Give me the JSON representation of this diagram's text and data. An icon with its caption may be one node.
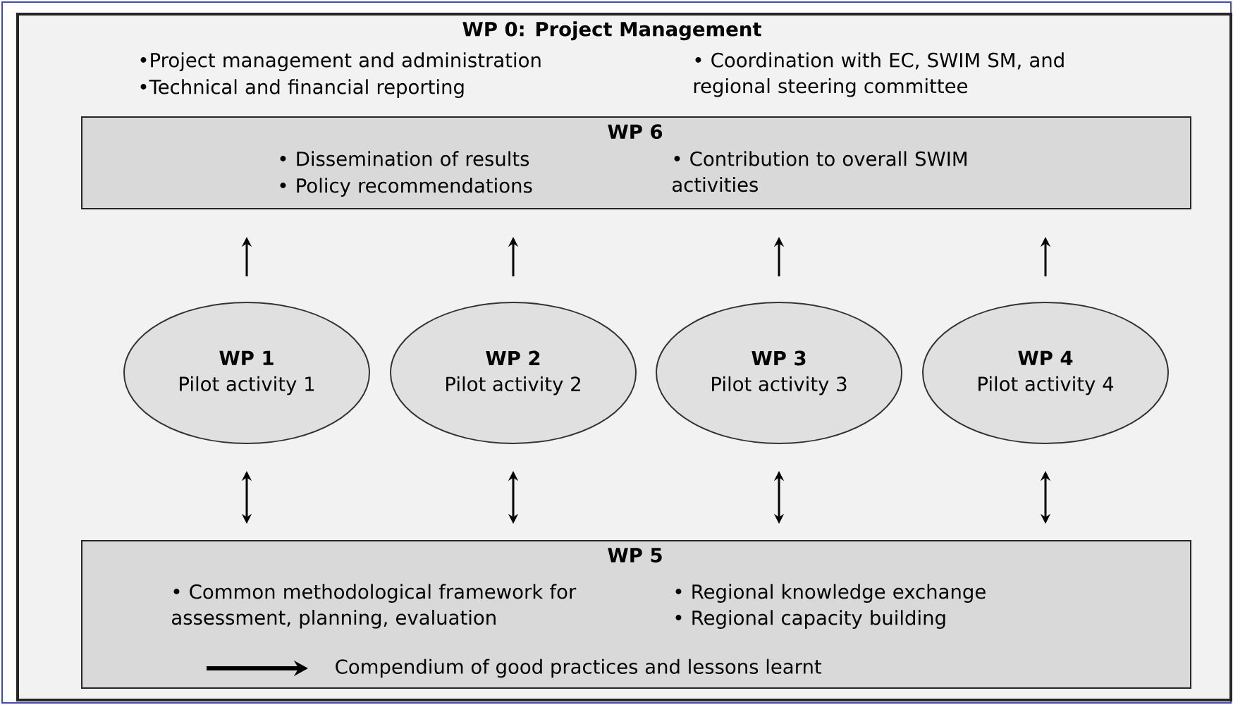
{
  "diagram": {
    "nodes": [
      {
        "text": [
          "WP 0: Project Management",
          "•Project management and administration",
          "•Technical and financial reporting",
          "• Coordination with EC, SWIM SM, and regional steering committee"
        ]
      },
      {
        "text": [
          "WP 6",
          "• Dissemination of results",
          "• Policy recommendations",
          "• Contribution to overall SWIM activities"
        ],
        "in": 0
      },
      {
        "text": [
          "WP 1",
          "Pilot activity 1"
        ],
        "in": 0
      },
      {
        "text": [
          "WP 2",
          "Pilot activity 2"
        ],
        "in": 0
      },
      {
        "text": [
          "WP 3",
          "Pilot activity 3"
        ],
        "in": 0
      },
      {
        "text": [
          "WP 4",
          "Pilot activity 4"
        ],
        "in": 0
      },
      {
        "text": [
          "WP 5",
          "• Common methodological framework for assessment, planning, evaluation",
          "• Regional knowledge exchange",
          "• Regional capacity building"
        ],
        "in": 0
      },
      {
        "text": [
          "Compendium of good practices and lessons learnt"
        ],
        "in": 6
      }
    ],
    "edges": [
      {
        "from": 2,
        "to": 1,
        "arrow": "to"
      },
      {
        "from": 3,
        "to": 1,
        "arrow": "to"
      },
      {
        "from": 4,
        "to": 1,
        "arrow": "to"
      },
      {
        "from": 5,
        "to": 1,
        "arrow": "to"
      },
      {
        "from": 2,
        "to": 6,
        "arrow": "both"
      },
      {
        "from": 3,
        "to": 6,
        "arrow": "both"
      },
      {
        "from": 4,
        "to": 6,
        "arrow": "both"
      },
      {
        "from": 5,
        "to": 6,
        "arrow": "both"
      },
      {
        "from": null,
        "to": 7,
        "arrow": "to",
        "style": "thick"
      }
    ]
  }
}
